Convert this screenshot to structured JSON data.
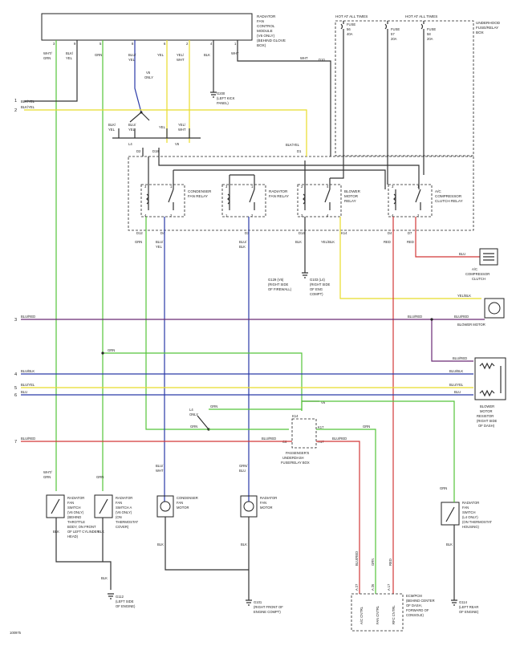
{
  "colors": {
    "blk": "#333333",
    "grn": "#55c43a",
    "yel": "#e8dc2a",
    "blu": "#2a3aa8",
    "red": "#d23838",
    "blu_red": "#6a2a74",
    "blu_yel": "#2a3aa8"
  },
  "modules": {
    "rfc": [
      "RADIATOR",
      "FAN",
      "CONTROL",
      "MODULE",
      "(V6 ONLY)",
      "(BEHIND GLOVE",
      "BOX)"
    ],
    "underhood": [
      "UNDERHOOD",
      "FUSE/RELAY",
      "BOX"
    ],
    "hot": "HOT AT ALL TIMES",
    "fuse1": [
      "FUSE",
      "56",
      "40A"
    ],
    "fuse2": [
      "FUSE",
      "57",
      "20A"
    ],
    "fuse3": [
      "FUSE",
      "58",
      "20A"
    ],
    "condenser_relay": [
      "CONDENSER",
      "FAN RELAY"
    ],
    "radiator_relay": [
      "RADIATOR",
      "FAN RELAY"
    ],
    "blower_relay": [
      "BLOWER",
      "MOTOR",
      "RELAY"
    ],
    "ac_relay": [
      "A/C",
      "COMPRESSOR",
      "CLUTCH RELAY"
    ],
    "v6_only": [
      "V6",
      "ONLY"
    ],
    "l4_only": [
      "L4",
      "ONLY"
    ],
    "l4": "L4",
    "v6": "V6",
    "g200": [
      "G200",
      "(LEFT KICK",
      "PANEL)"
    ],
    "g129": [
      "G129 (V6)",
      "(RIGHT SIDE",
      "OF FIREWALL)"
    ],
    "g103": [
      "G103 (L4)",
      "(RIGHT SIDE",
      "OF ENG",
      "COMPT)"
    ],
    "ac_clutch": [
      "A/C",
      "COMPRESSOR",
      "CLUTCH"
    ],
    "blower_motor": "BLOWER MOTOR",
    "blower_res": [
      "BLOWER",
      "MOTOR",
      "RESISTOR",
      "(RIGHT SIDE",
      "OF DASH)"
    ],
    "passenger_box": [
      "PASSENGER'S",
      "UNDERDASH",
      "FUSE/RELAY BOX"
    ],
    "rfs_v6": [
      "RADIATOR",
      "FAN",
      "SWITCH",
      "(V6 ONLY)",
      "(BEHIND",
      "THROTTLE",
      "BODY, ON FRONT",
      "OF LEFT CYLINDER",
      "HEAD)"
    ],
    "rfs_l4": [
      "RADIATOR",
      "FAN",
      "SWITCH A",
      "(V6 ONLY)",
      "(ON",
      "THERMOSTAT",
      "COVER)"
    ],
    "cond_motor": [
      "CONDENSER",
      "FAN",
      "MOTOR"
    ],
    "rad_motor": [
      "RADIATOR",
      "FAN",
      "MOTOR"
    ],
    "rfs_right": [
      "RADIATOR",
      "FAN",
      "SWITCH",
      "(L4 ONLY)",
      "(ON THERMOSTAT",
      "HOUSING)"
    ],
    "g112": [
      "G112",
      "(LEFT SIDE",
      "OF ENGINE)"
    ],
    "g101": [
      "G101",
      "(RIGHT FRONT OF",
      "ENGINE COMPT)"
    ],
    "g114": [
      "G114",
      "(LEFT REAR",
      "OF ENGINE)"
    ],
    "ecm": [
      "ECM/PCM",
      "(BEHIND CENTER",
      "OF DASH,",
      "FORWARD OF",
      "CONSOLE)"
    ],
    "ecm_pins": [
      "A/C CNTRL",
      "FAN CNTRL",
      "RFC CNTRL"
    ],
    "ecm_pin_nums": [
      "A 27",
      "A 26",
      "A 17"
    ],
    "code": "100975"
  },
  "wires": {
    "wht_grn": [
      "WHT/",
      "GRN"
    ],
    "blk_yel": [
      "BLK/",
      "YEL"
    ],
    "grn": "GRN",
    "blu_yel": [
      "BLU/",
      "YEL"
    ],
    "yel": "YEL",
    "yel_wht": [
      "YEL/",
      "WHT"
    ],
    "blk": "BLK",
    "wht": "WHT",
    "blk_yel_h": "BLK/YEL",
    "blu_red": "BLU/RED",
    "blu_blk": "BLU/BLK",
    "blu_yel_h": "BLU/YEL",
    "blu": "BLU",
    "red": "RED",
    "yel_blk": "YEL/BLK",
    "blu_wht": [
      "BLU/",
      "WHT"
    ],
    "grn_blu": [
      "GRN/",
      "BLU"
    ]
  },
  "connectors": [
    "D10",
    "D1",
    "D2",
    "D18",
    "D12",
    "D4",
    "D3",
    "D14",
    "D7",
    "D11",
    "K14",
    "K17",
    "C6",
    "H17"
  ],
  "pins": [
    "1",
    "2",
    "3",
    "4",
    "5",
    "6",
    "7",
    "8",
    "9"
  ]
}
